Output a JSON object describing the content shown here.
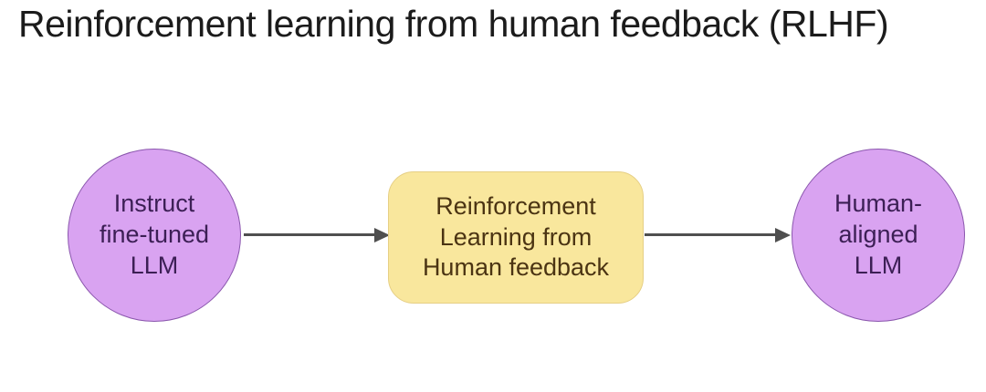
{
  "title": "Reinforcement learning from human feedback (RLHF)",
  "theme": {
    "background": "#ffffff",
    "title_color": "#1b1b1b",
    "node_fill": "#d9a3f1",
    "node_border": "#8a56ad",
    "node_text": "#3c1f55",
    "process_fill": "#f9e79d",
    "process_border": "#e6cf85",
    "process_text": "#4b3413",
    "arrow_color": "#4f4f4f"
  },
  "diagram": {
    "nodes": [
      {
        "id": "instruct-fine-tuned-llm",
        "shape": "circle",
        "label": "Instruct\nfine-tuned\nLLM"
      },
      {
        "id": "rlhf-process",
        "shape": "rounded-rectangle",
        "label": "Reinforcement\nLearning from\nHuman feedback"
      },
      {
        "id": "human-aligned-llm",
        "shape": "circle",
        "label": "Human-\naligned\nLLM"
      }
    ],
    "edges": [
      {
        "from": "instruct-fine-tuned-llm",
        "to": "rlhf-process"
      },
      {
        "from": "rlhf-process",
        "to": "human-aligned-llm"
      }
    ]
  }
}
